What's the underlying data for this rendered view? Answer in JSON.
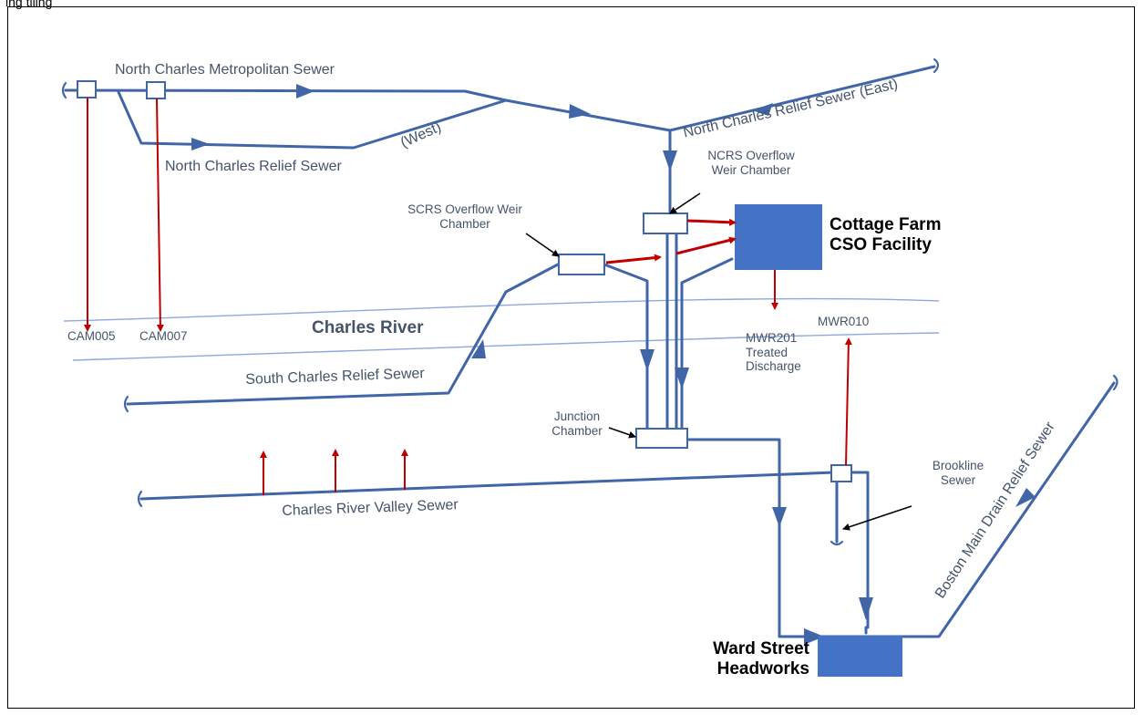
{
  "caption": "ing tiling",
  "colors": {
    "sewer": "#4166a8",
    "overflow": "#c00000",
    "facility": "#4472c4",
    "label": "#44546a",
    "river_line": "#8eaadb"
  },
  "sewers": {
    "north_charles_metropolitan": "North Charles Metropolitan Sewer",
    "north_charles_relief": "North Charles Relief Sewer",
    "west": "(West)",
    "north_charles_relief_east": "North Charles Relief Sewer (East)",
    "south_charles_relief": "South Charles Relief Sewer",
    "charles_river_valley": "Charles River Valley Sewer",
    "boston_main_drain_relief": "Boston Main Drain Relief Sewer",
    "brookline": "Brookline Sewer"
  },
  "chambers": {
    "ncrs": "NCRS Overflow Weir Chamber",
    "scrs": "SCRS Overflow Weir Chamber",
    "junction": "Junction Chamber"
  },
  "facilities": {
    "cottage_farm": "Cottage Farm CSO Facility",
    "ward_street": "Ward Street Headworks"
  },
  "river": "Charles River",
  "outfalls": {
    "cam005": "CAM005",
    "cam007": "CAM007",
    "mwr201": "MWR201 Treated Discharge",
    "mwr010": "MWR010"
  }
}
